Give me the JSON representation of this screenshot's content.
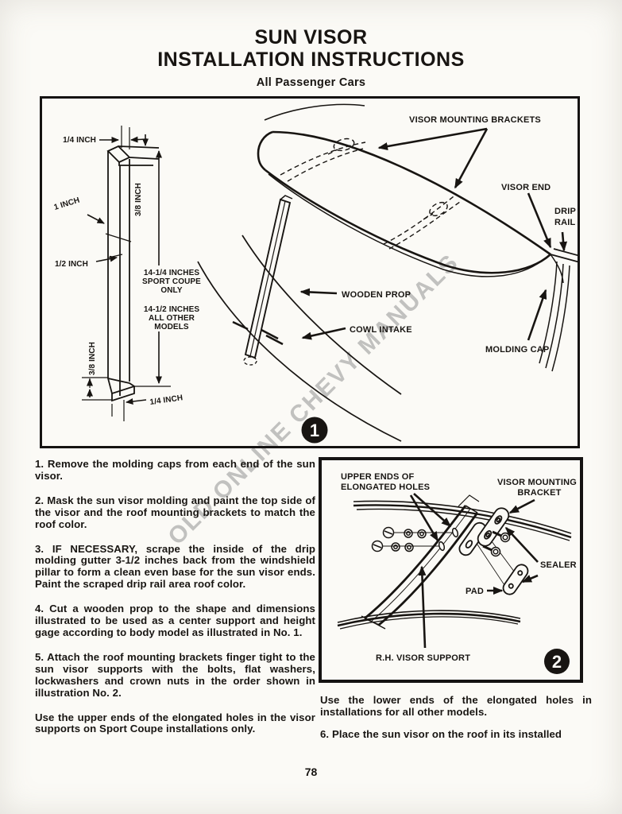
{
  "page": {
    "title1": "SUN VISOR",
    "title2": "INSTALLATION INSTRUCTIONS",
    "subtitle": "All Passenger Cars",
    "page_number": "78",
    "watermark": "OLD ONLINE CHEVY MANUALS"
  },
  "figure1": {
    "badge": "1",
    "labels": {
      "brackets": "VISOR MOUNTING BRACKETS",
      "visor_end": "VISOR END",
      "drip": "DRIP",
      "rail": "RAIL",
      "wooden_prop": "WOODEN PROP",
      "cowl_intake": "COWL INTAKE",
      "molding_cap": "MOLDING CAP"
    },
    "dims": {
      "quarter_top": "1/4 INCH",
      "three_eighths_top": "3/8 INCH",
      "one_inch": "1 INCH",
      "half_inch": "1/2 INCH",
      "sport_coupe_1": "14-1/4 INCHES",
      "sport_coupe_2": "SPORT COUPE",
      "sport_coupe_3": "ONLY",
      "other_models_1": "14-1/2 INCHES",
      "other_models_2": "ALL OTHER",
      "other_models_3": "MODELS",
      "three_eighths_bottom": "3/8 INCH",
      "quarter_bottom": "1/4 INCH"
    }
  },
  "figure2": {
    "badge": "2",
    "labels": {
      "upper_ends_1": "UPPER ENDS OF",
      "upper_ends_2": "ELONGATED HOLES",
      "bracket_1": "VISOR MOUNTING",
      "bracket_2": "BRACKET",
      "sealer": "SEALER",
      "pad": "PAD",
      "support": "R.H. VISOR SUPPORT"
    }
  },
  "instructions": {
    "steps": [
      "1. Remove the molding caps from each end of the sun visor.",
      "2. Mask the sun visor molding and paint the top side of the visor and the roof mounting brackets to match the roof color.",
      "3. IF NECESSARY, scrape the inside of the drip molding gutter 3-1/2 inches back from the windshield pillar to form a clean even base for the sun visor ends. Paint the scraped drip rail area roof color.",
      "4. Cut a wooden prop to the shape and dimensions illustrated to be used as a center support and height gage according to body model as illustrated in No. 1.",
      "5. Attach the roof mounting brackets finger tight to the sun visor supports with the bolts, flat washers, lockwashers and crown nuts in the order shown in illustration No. 2.",
      "Use the upper ends of the elongated holes in the visor supports on Sport Coupe installations only."
    ]
  },
  "right_column": {
    "paragraphs": [
      "Use the lower ends of the elongated holes in installations for all other models.",
      "6. Place the sun visor on the roof in its installed"
    ]
  },
  "colors": {
    "ink": "#181512",
    "paper": "#fbfaf6",
    "watermark_gray": "#929292"
  }
}
